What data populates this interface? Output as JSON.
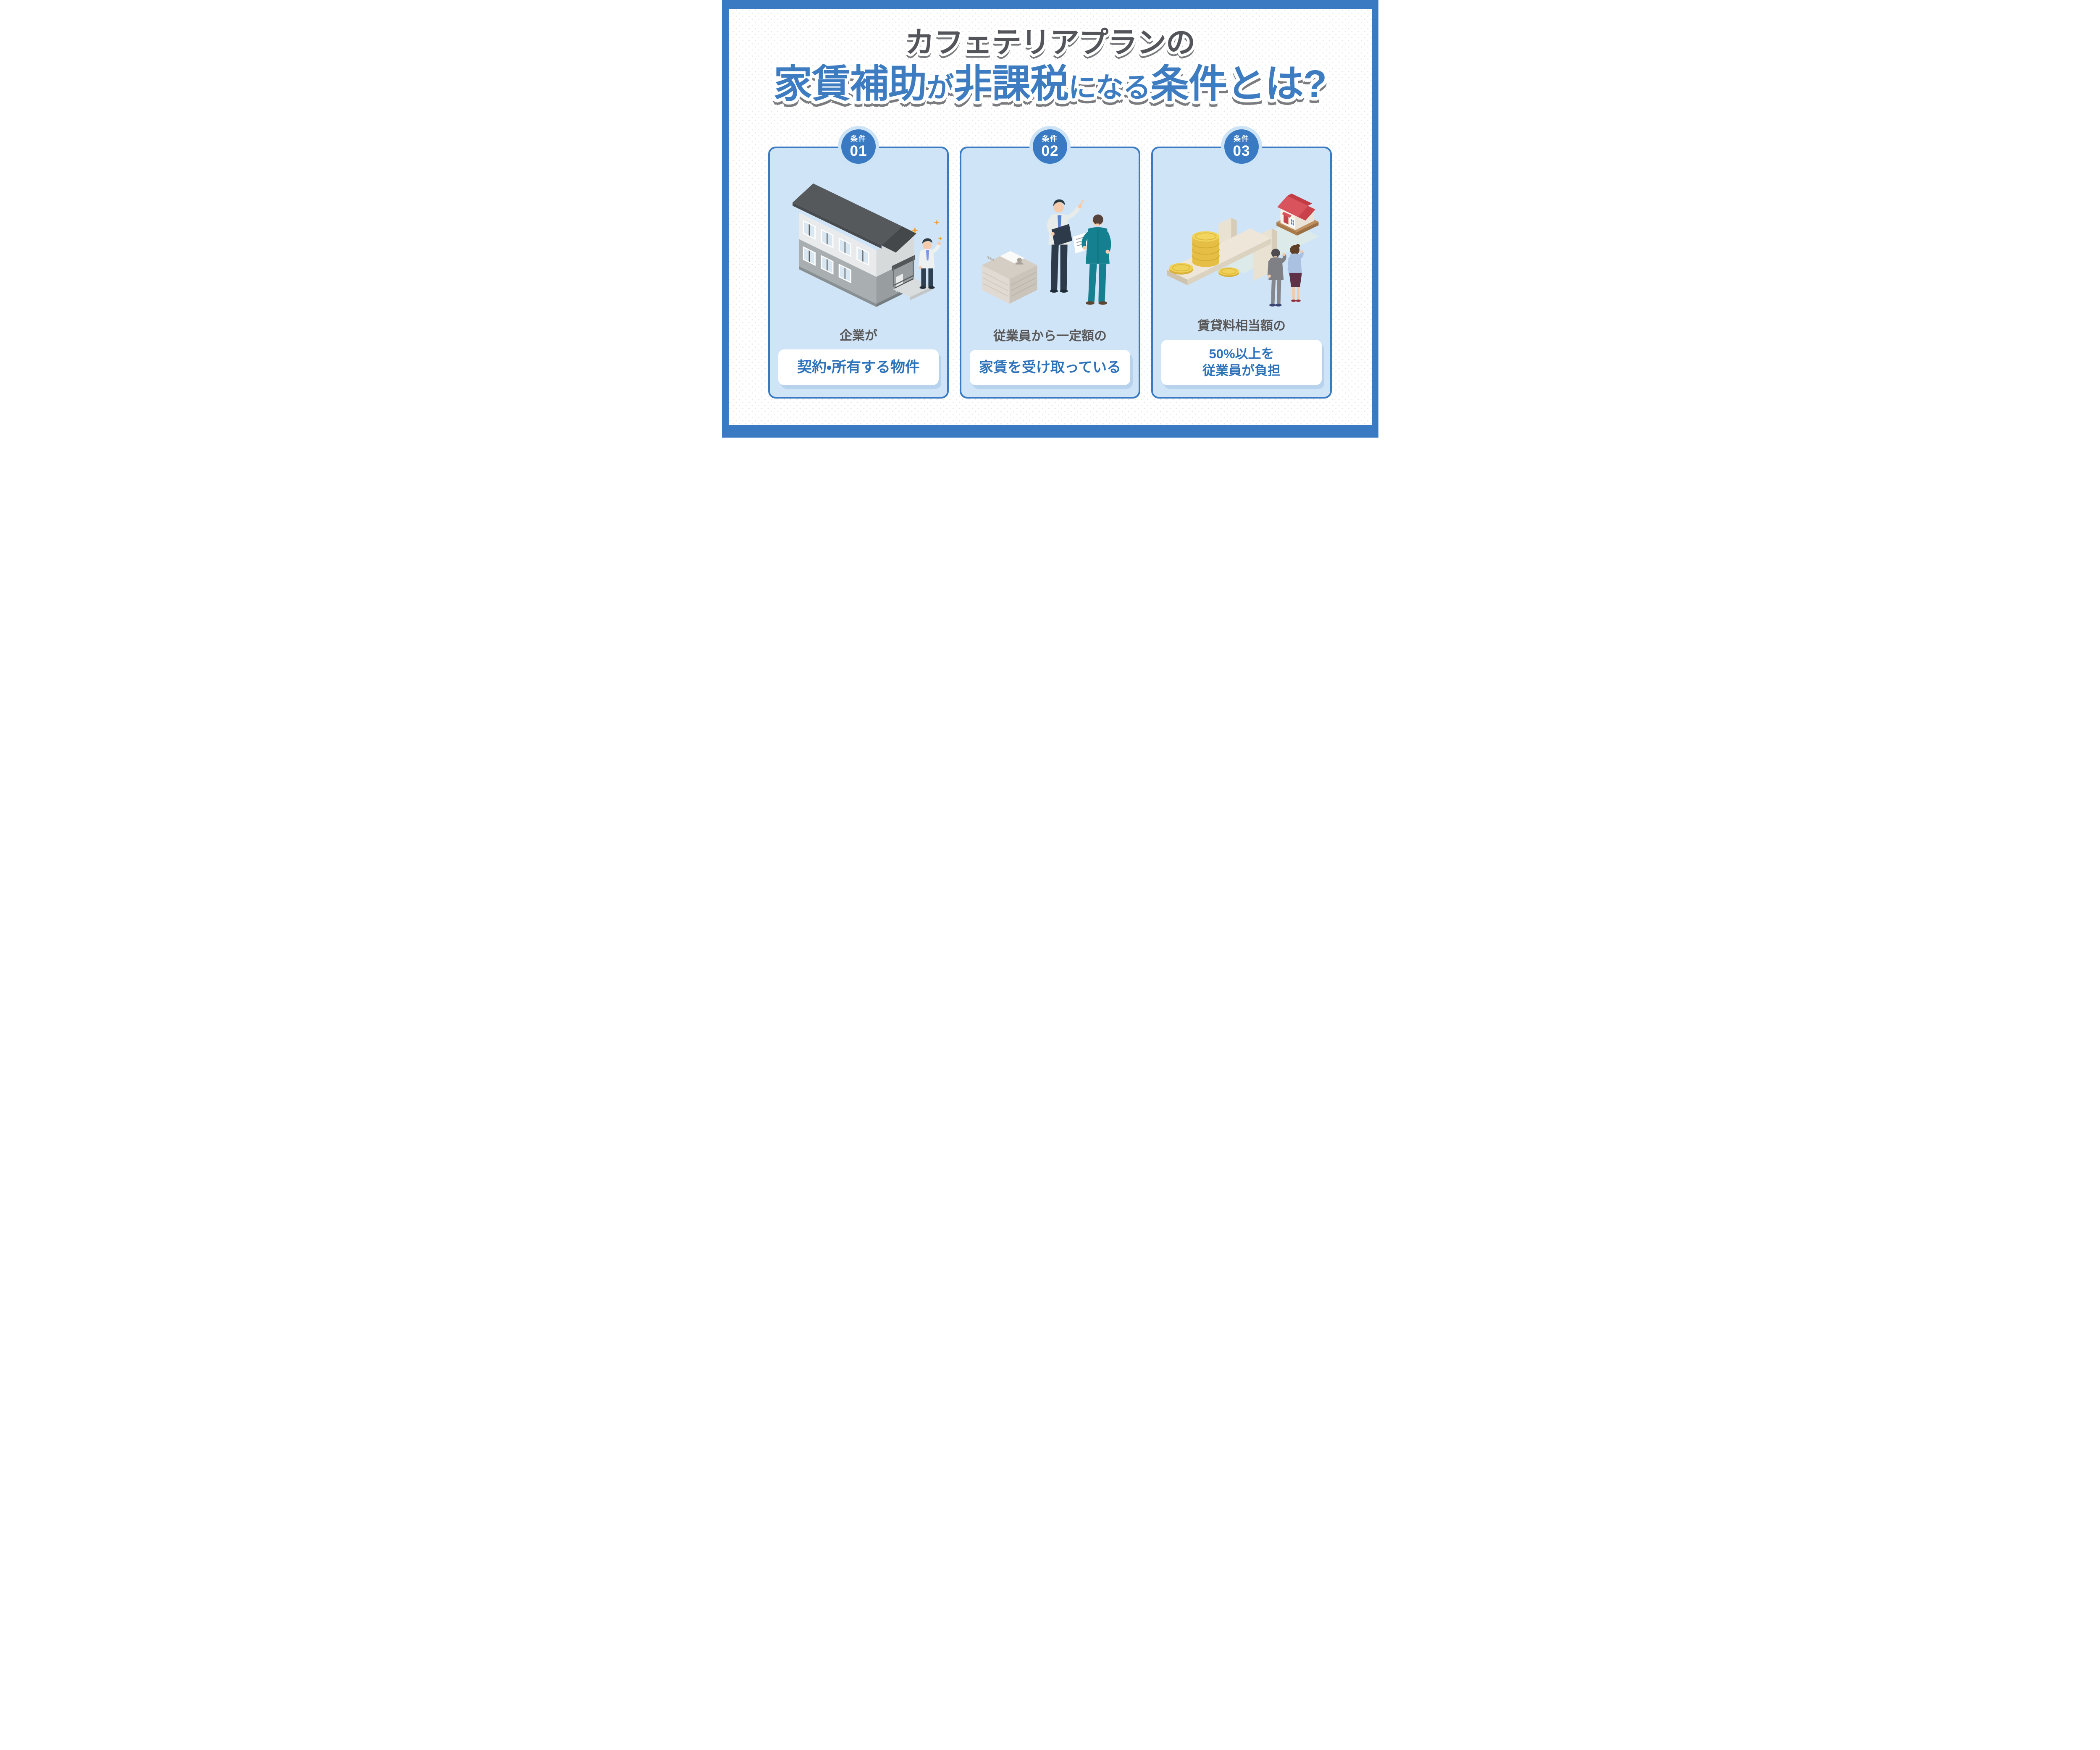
{
  "header": {
    "line1": "カフェテリアプランの",
    "line2": [
      {
        "text": "家賃補助",
        "emphasis": "big"
      },
      {
        "text": "が",
        "emphasis": "small"
      },
      {
        "text": "非課税",
        "emphasis": "big"
      },
      {
        "text": "になる",
        "emphasis": "small"
      },
      {
        "text": "条件とは?",
        "emphasis": "big"
      }
    ]
  },
  "cards": [
    {
      "badge": {
        "label": "条件",
        "number": "01"
      },
      "illustration": "company-building-with-businessman",
      "caption": "企業が",
      "pill_lines": [
        "契約・所有する物件"
      ]
    },
    {
      "badge": {
        "label": "条件",
        "number": "02"
      },
      "illustration": "employer-receiving-rent-from-employee",
      "caption": "従業員から一定額の",
      "pill_lines": [
        "家賃を受け取っている"
      ]
    },
    {
      "badge": {
        "label": "条件",
        "number": "03"
      },
      "illustration": "rent-balance-with-coins-and-house",
      "caption": "賃貸料相当額の",
      "pill_lines": [
        "50%以上を",
        "従業員が負担"
      ]
    }
  ],
  "colors": {
    "frame_blue": "#3a7ac2",
    "title_dark": "#54555b",
    "title_blue": "#3d7cc1",
    "title_shadow_gray": "#7a7b7e",
    "card_background": "#cfe4f7",
    "card_border": "#3a7ac2",
    "badge_ring": "#cde4f6",
    "caption_gray": "#595757",
    "pill_text_blue": "#2e72ba",
    "pill_shadow": "#b7d2ec",
    "background_dot": "#e7e7e7",
    "sparkle_orange": "#f0a13c"
  }
}
